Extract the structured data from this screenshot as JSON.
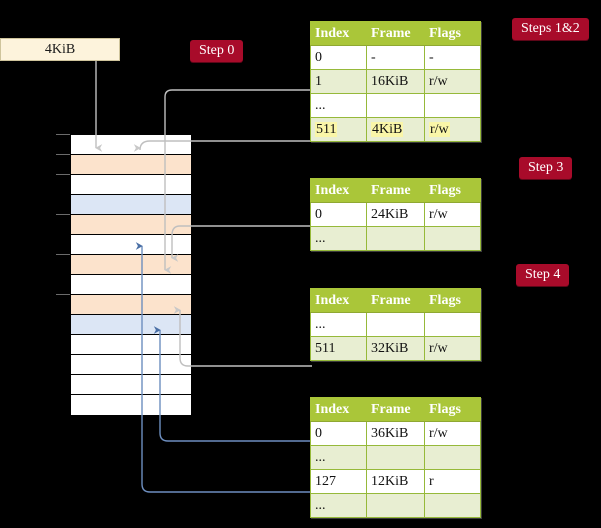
{
  "diagram": {
    "title_absent": true,
    "background_color": "#000000",
    "accent_badge_color": "#a80b2a",
    "table_header_color": "#aac639",
    "highlight_color": "#faf6a8"
  },
  "source": {
    "label": "4KiB"
  },
  "badges": [
    {
      "id": "step0",
      "label": "Step 0"
    },
    {
      "id": "steps12",
      "label": "Steps 1&2"
    },
    {
      "id": "step3",
      "label": "Step 3"
    },
    {
      "id": "step4",
      "label": "Step 4"
    }
  ],
  "columns": [
    "Index",
    "Frame",
    "Flags"
  ],
  "tables": [
    {
      "id": "table-1",
      "rows": [
        {
          "index": "0",
          "frame": "-",
          "flags": "-",
          "shade": "odd",
          "highlight": false
        },
        {
          "index": "1",
          "frame": "16KiB",
          "flags": "r/w",
          "shade": "even",
          "highlight": false
        },
        {
          "index": "...",
          "frame": "",
          "flags": "",
          "shade": "odd",
          "highlight": false
        },
        {
          "index": "511",
          "frame": "4KiB",
          "flags": "r/w",
          "shade": "even",
          "highlight": true
        }
      ]
    },
    {
      "id": "table-2",
      "rows": [
        {
          "index": "0",
          "frame": "24KiB",
          "flags": "r/w",
          "shade": "odd",
          "highlight": false
        },
        {
          "index": "...",
          "frame": "",
          "flags": "",
          "shade": "even",
          "highlight": false
        }
      ]
    },
    {
      "id": "table-3",
      "rows": [
        {
          "index": "...",
          "frame": "",
          "flags": "",
          "shade": "odd",
          "highlight": false
        },
        {
          "index": "511",
          "frame": "32KiB",
          "flags": "r/w",
          "shade": "even",
          "highlight": false
        }
      ]
    },
    {
      "id": "table-4",
      "rows": [
        {
          "index": "0",
          "frame": "36KiB",
          "flags": "r/w",
          "shade": "odd",
          "highlight": false
        },
        {
          "index": "...",
          "frame": "",
          "flags": "",
          "shade": "even",
          "highlight": false
        },
        {
          "index": "127",
          "frame": "12KiB",
          "flags": "r",
          "shade": "odd",
          "highlight": false
        },
        {
          "index": "...",
          "frame": "",
          "flags": "",
          "shade": "even",
          "highlight": false
        }
      ]
    }
  ],
  "memory_column": {
    "row_count": 14,
    "rows": [
      {
        "i": 0,
        "fill": "plain"
      },
      {
        "i": 1,
        "fill": "peach"
      },
      {
        "i": 2,
        "fill": "plain"
      },
      {
        "i": 3,
        "fill": "blue"
      },
      {
        "i": 4,
        "fill": "peach"
      },
      {
        "i": 5,
        "fill": "plain"
      },
      {
        "i": 6,
        "fill": "peach"
      },
      {
        "i": 7,
        "fill": "plain"
      },
      {
        "i": 8,
        "fill": "peach"
      },
      {
        "i": 9,
        "fill": "blue"
      },
      {
        "i": 10,
        "fill": "plain"
      },
      {
        "i": 11,
        "fill": "plain"
      },
      {
        "i": 12,
        "fill": "plain"
      },
      {
        "i": 13,
        "fill": "plain"
      }
    ],
    "ticks": [
      0,
      1,
      2,
      4,
      6,
      8
    ]
  }
}
